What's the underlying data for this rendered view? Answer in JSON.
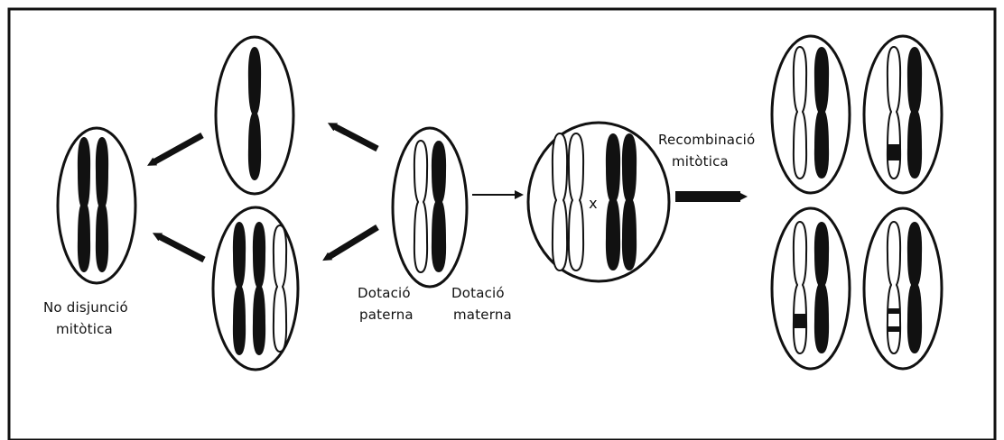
{
  "labels": {
    "no_disjuncio_1": "No disjunció",
    "no_disjuncio_2": "mitòtica",
    "dotacio_paterna_1": "Dotació",
    "dotacio_paterna_2": "paterna",
    "dotacio_materna_1": "Dotació",
    "dotacio_materna_2": "materna",
    "recombinacio_1": "Recombinació",
    "recombinacio_2": "mitòtica",
    "cross_mark": "x"
  },
  "colors": {
    "ink": "#111111",
    "background": "#ffffff"
  },
  "cells": [
    "cell-nondisjunction-result",
    "cell-single-chromosome",
    "cell-three-chromosomes",
    "cell-parent",
    "cell-replicated-crossing",
    "cell-recomb-top-left",
    "cell-recomb-top-right",
    "cell-recomb-bottom-left",
    "cell-recomb-bottom-right"
  ]
}
